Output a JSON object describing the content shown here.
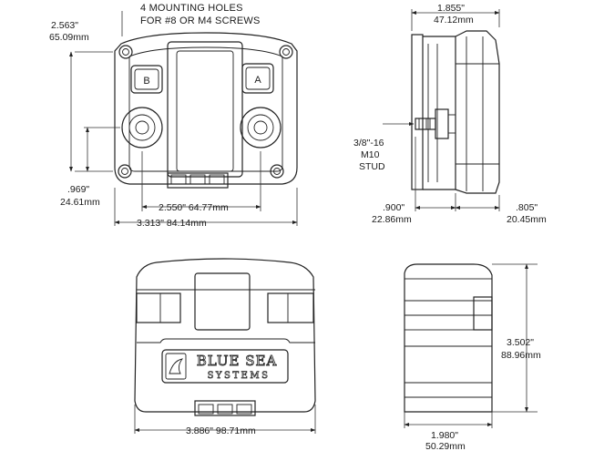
{
  "dimensions": {
    "mounting_note_line1": "4 MOUNTING HOLES",
    "mounting_note_line2": "FOR #8 OR M4 SCREWS",
    "height_top_in": "2.563\"",
    "height_top_mm": "65.09mm",
    "hole_offset_in": ".969\"",
    "hole_offset_mm": "24.61mm",
    "hole_span": "2.550\" 64.77mm",
    "base_width": "3.313\" 84.14mm",
    "side_depth_in": "1.855\"",
    "side_depth_mm": "47.12mm",
    "stud_line1": "3/8\"-16",
    "stud_line2": "M10",
    "stud_line3": "STUD",
    "stud_offset_in": ".900\"",
    "stud_offset_mm": "22.86mm",
    "terminal_in": ".805\"",
    "terminal_mm": "20.45mm",
    "bottom_width": "3.886\" 98.71mm",
    "bottom_height_in": "3.502\"",
    "bottom_height_mm": "88.96mm",
    "bottom_depth_in": "1.980\"",
    "bottom_depth_mm": "50.29mm"
  },
  "labels": {
    "button_b": "B",
    "button_a": "A",
    "logo_line1": "BLUE SEA",
    "logo_line2": "SYSTEMS"
  }
}
